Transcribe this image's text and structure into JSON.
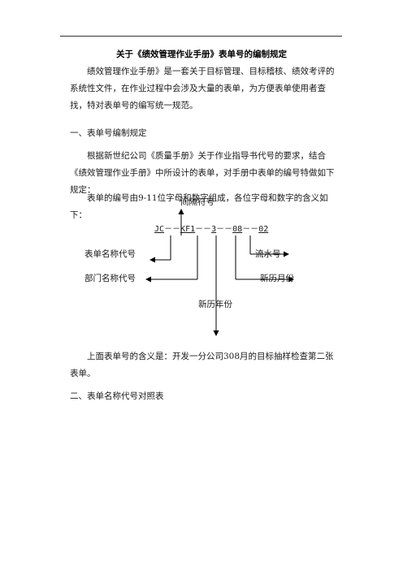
{
  "doc": {
    "title": "关于《绩效管理作业手册》表单号的编制规定",
    "intro": "绩效管理作业手册》是一套关于目标管理、目标稽核、绩效考评的系统性文件，在作业过程中会涉及大量的表单，为方便表单使用者查找，特对表单号的编写统一规范。",
    "section1_heading": "一、表单号编制规定",
    "section1_para": "根据新世纪公司《质量手册》关于作业指导书代号的要求，结合《绩效管理作业手册》中所设计的表单，对手册中表单的编号特做如下规定：",
    "section1_format": "表单的编号由9-11位字母和数字组成，各位字母和数字的含义如下：",
    "diagram": {
      "separator_label": "间隔符号",
      "code": {
        "p1": "JC",
        "s1": "－－",
        "p2": "KF1",
        "s2": "－－",
        "p3": "3",
        "s3": "－－",
        "p4": "08",
        "s4": "－－",
        "p5": "02"
      },
      "form_name_code": "表单名称代号",
      "dept_name_code": "部门名称代号",
      "serial_no": "流水号",
      "new_month": "新历月份",
      "new_year": "新历年份"
    },
    "example_para": "上面表单号的含义是：开发一分公司308月的目标抽样检查第二张表单。",
    "section2_heading": "二、表单名称代号对照表"
  }
}
